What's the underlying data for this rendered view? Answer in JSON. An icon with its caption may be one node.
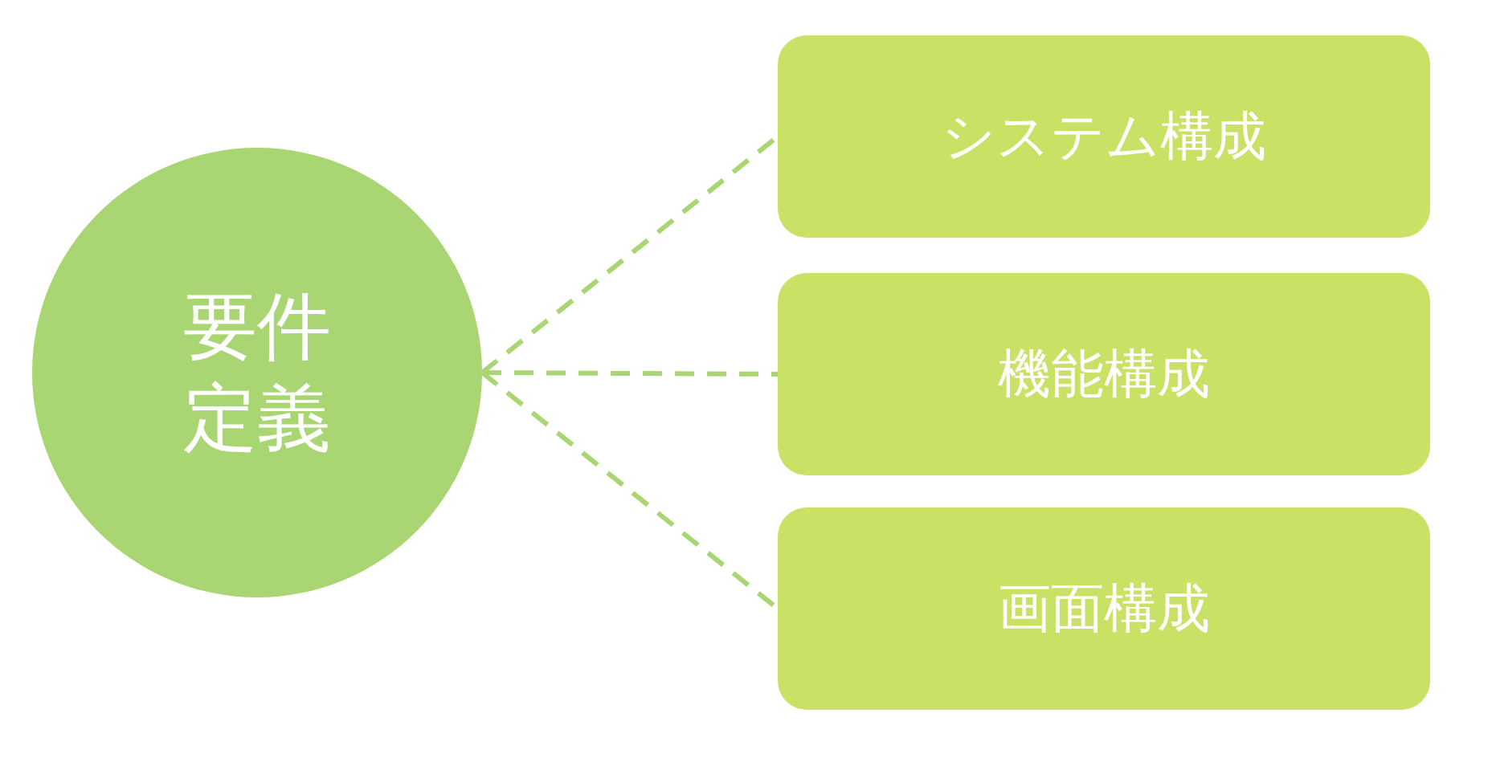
{
  "diagram": {
    "nodes": [
      {
        "text": [
          "要件定義"
        ]
      },
      {
        "text": [
          "システム構成"
        ]
      },
      {
        "text": [
          "機能構成"
        ]
      },
      {
        "text": [
          "画面構成"
        ]
      }
    ],
    "edges": [
      {
        "from": 0,
        "to": 1,
        "arrow": "none",
        "style": "dashed"
      },
      {
        "from": 0,
        "to": 2,
        "arrow": "none",
        "style": "dashed"
      },
      {
        "from": 0,
        "to": 3,
        "arrow": "none",
        "style": "dashed"
      }
    ]
  }
}
